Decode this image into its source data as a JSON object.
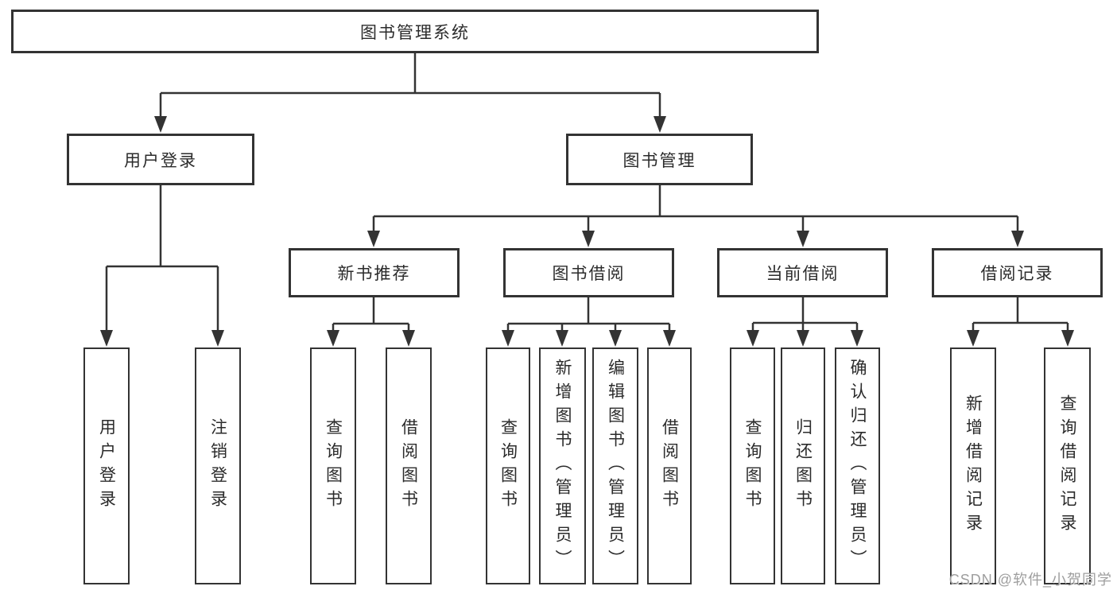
{
  "diagram": {
    "title": "图书管理系统",
    "tree": {
      "label": "图书管理系统",
      "children": [
        {
          "label": "用户登录",
          "children": [
            {
              "label": "用户登录"
            },
            {
              "label": "注销登录"
            }
          ]
        },
        {
          "label": "图书管理",
          "children": [
            {
              "label": "新书推荐",
              "children": [
                {
                  "label": "查询图书"
                },
                {
                  "label": "借阅图书"
                }
              ]
            },
            {
              "label": "图书借阅",
              "children": [
                {
                  "label": "查询图书"
                },
                {
                  "label": "新增图书（管理员）"
                },
                {
                  "label": "编辑图书（管理员）"
                },
                {
                  "label": "借阅图书"
                }
              ]
            },
            {
              "label": "当前借阅",
              "children": [
                {
                  "label": "查询图书"
                },
                {
                  "label": "归还图书"
                },
                {
                  "label": "确认归还（管理员）"
                }
              ]
            },
            {
              "label": "借阅记录",
              "children": [
                {
                  "label": "新增借阅记录"
                },
                {
                  "label": "查询借阅记录"
                }
              ]
            }
          ]
        }
      ]
    }
  },
  "watermark": {
    "text": "CSDN @软件_小贺同学",
    "color": "#9e9e9e"
  },
  "colors": {
    "line": "#333333",
    "box_border": "#333333",
    "box_fill": "#ffffff",
    "text": "#2b2b2b",
    "background": "#ffffff"
  }
}
